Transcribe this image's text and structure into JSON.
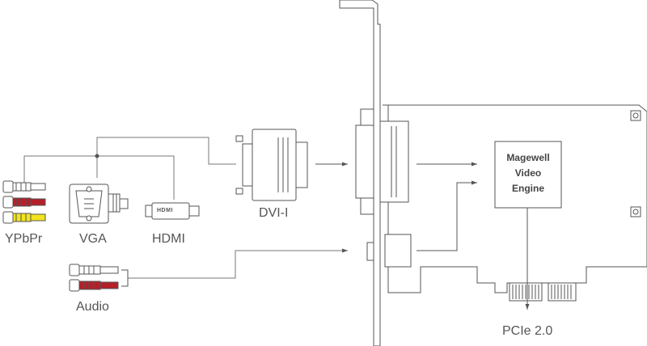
{
  "labels": {
    "ypbpr": "YPbPr",
    "vga": "VGA",
    "hdmi": "HDMI",
    "audio": "Audio",
    "dvi": "DVI-I",
    "pcie": "PCIe 2.0",
    "hdmi_logo": "HDMI"
  },
  "engine": {
    "line1": "Magewell",
    "line2": "Video",
    "line3": "Engine"
  },
  "colors": {
    "line": "#555555",
    "rca_red": "#b3202a",
    "rca_yellow": "#f2e51f",
    "rca_white": "#ffffff"
  }
}
